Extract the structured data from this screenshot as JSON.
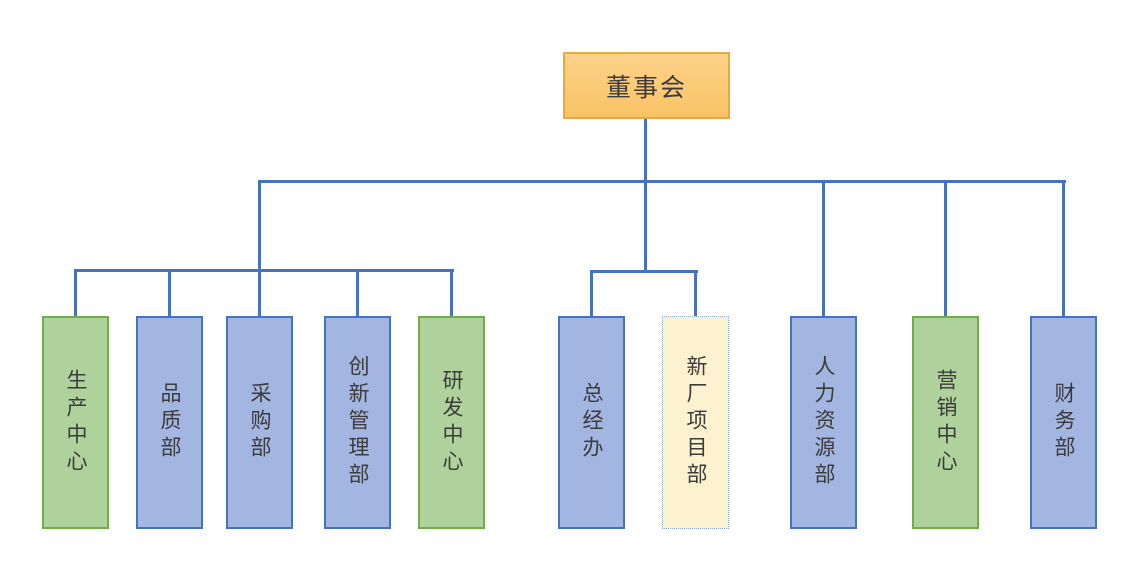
{
  "root": {
    "label": "董事会"
  },
  "departments": [
    {
      "label": "生产中心",
      "color": "green",
      "group": "left-branch"
    },
    {
      "label": "品质部",
      "color": "blue",
      "group": "left-branch"
    },
    {
      "label": "采购部",
      "color": "blue",
      "group": "left-branch"
    },
    {
      "label": "创新管理部",
      "color": "blue",
      "group": "left-branch"
    },
    {
      "label": "研发中心",
      "color": "green",
      "group": "left-branch"
    },
    {
      "label": "总经办",
      "color": "blue",
      "group": "center-branch"
    },
    {
      "label": "新厂项目部",
      "color": "cream",
      "group": "center-branch"
    },
    {
      "label": "人力资源部",
      "color": "blue",
      "group": "direct"
    },
    {
      "label": "营销中心",
      "color": "green",
      "group": "direct"
    },
    {
      "label": "财务部",
      "color": "blue",
      "group": "direct"
    }
  ],
  "colors": {
    "connector": "#4472C4",
    "text": "#3B3B3B",
    "root_fill_top": "#FCD389",
    "root_fill_bottom": "#FAC365",
    "root_border": "#E9A93C",
    "blue_fill": "#A3B5E1",
    "blue_border": "#4472C4",
    "green_fill": "#AFD29C",
    "green_border": "#70AD47",
    "cream_fill": "#FCF2D0",
    "cream_border": "#8FAADC"
  }
}
